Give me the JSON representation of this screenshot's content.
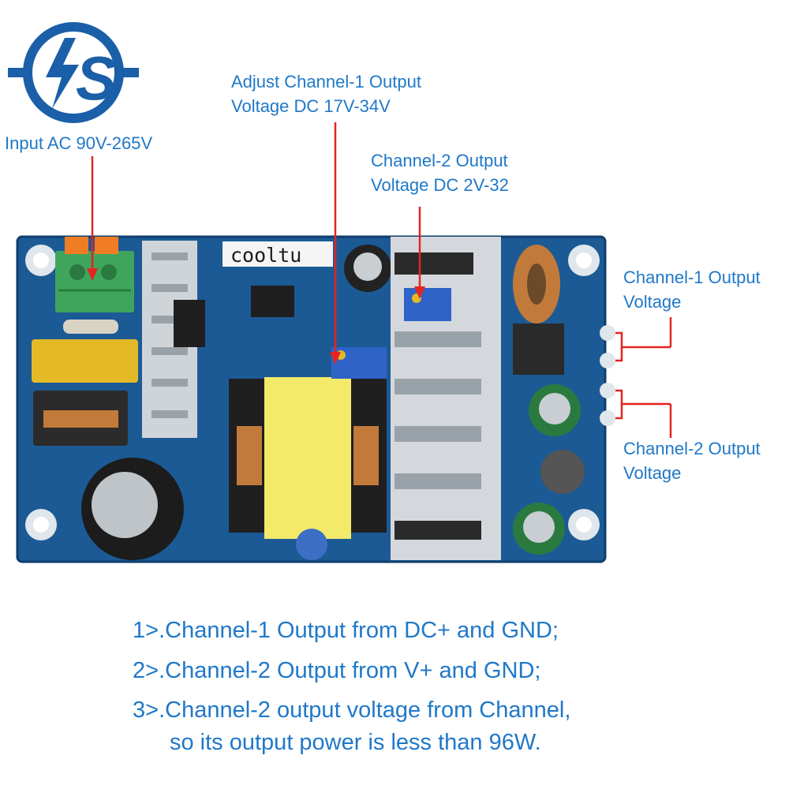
{
  "product": {
    "logo_text": "S",
    "silkscreen_brand": "cooltu"
  },
  "callouts": {
    "input": "Input AC 90V-265V",
    "adjust_ch1_line1": "Adjust Channel-1 Output",
    "adjust_ch1_line2": "Voltage DC 17V-34V",
    "ch2_pot_line1": "Channel-2 Output",
    "ch2_pot_line2": "Voltage DC 2V-32",
    "ch1_out_line1": "Channel-1 Output",
    "ch1_out_line2": "Voltage",
    "ch2_out_line1": "Channel-2 Output",
    "ch2_out_line2": "Voltage"
  },
  "notes": [
    "1>.Channel-1 Output from DC+ and GND;",
    "2>.Channel-2 Output from V+ and GND;",
    "3>.Channel-2 output voltage from Channel,",
    "so its output power is less than 96W."
  ],
  "colors": {
    "text_blue": "#1f78c8",
    "logo_blue": "#1a5fa8",
    "arrow_red": "#e52420",
    "pcb_blue": "#1b5a95",
    "terminal_green": "#3fa55c",
    "transformer_yellow": "#f4ea6a"
  }
}
